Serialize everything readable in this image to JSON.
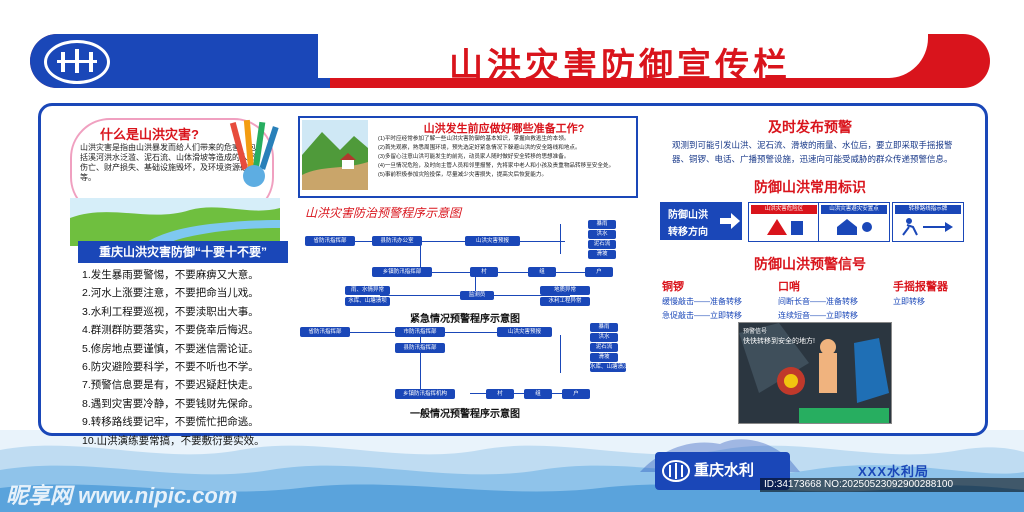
{
  "header": {
    "title": "山洪灾害防御宣传栏"
  },
  "left": {
    "bubble_title": "什么是山洪灾害?",
    "bubble_text": "山洪灾害是指由山洪暴发而给人们带来的危害，包括溪河洪水泛滥、泥石流、山体滑坡等造成的人员伤亡、财产损失、基础设施毁坏，及环境资源破坏等。",
    "section_title": "重庆山洪灾害防御“十要十不要”",
    "rules": [
      "1.发生暴雨要警惕，不要麻痹又大意。",
      "2.河水上涨要注意，不要把命当儿戏。",
      "3.水利工程要巡视，不要渎职出大事。",
      "4.群测群防要落实，不要侥幸后悔迟。",
      "5.修房地点要谨慎，不要迷信需论证。",
      "6.防灾避险要科学，不要不听也不学。",
      "7.预警信息要是有，不要迟疑赶快走。",
      "8.遇到灾害要冷静，不要钱财先保命。",
      "9.转移路线要记牢，不要慌忙把命逃。",
      "10.山洪演练要常搞，不要敷衍要实效。"
    ]
  },
  "middle": {
    "prep_title": "山洪发生前应做好哪些准备工作?",
    "prep_items": [
      "(1)平时应经常参加了解一些山洪灾害防御的基本知识，掌握自救逃生的本领。",
      "(2)首先观察，熟悉周围环境，预先选定好紧急情况下躲避山洪的安全路线和地点。",
      "(3)多留心注意山洪可能发生的前兆，动员家人随时做好安全转移的思想准备。",
      "(4)一旦情况危险，及时向主管人员和邻里报警，先将家中老人和小孩及贵重物品转移至安全处。",
      "(5)事前积极参加灾险投保，尽量减少灾害损失，提高灾后恢复能力。"
    ],
    "flow_title": "山洪灾害防治预警程序示意图",
    "emergency": {
      "caption": "紧急情况预警程序示意图",
      "n_county_cmd": "省防汛指挥部",
      "n_county_office": "县防汛办公室",
      "n_county_weather": "山洪灾害预报",
      "n_town": "乡镇防汛指挥部",
      "n_village": "村",
      "n_group": "组",
      "n_household": "户",
      "n_rain": "雨、水情异常",
      "n_reservoir": "水库、山塘溃坝",
      "n_monitor": "监测员",
      "n_geo": "地质异常",
      "n_works": "水利工程异常",
      "side": [
        "暴雨",
        "洪水",
        "泥石流",
        "滑坡"
      ]
    },
    "general": {
      "caption": "一般情况预警程序示意图",
      "n_prov": "省防汛指挥部",
      "n_city": "市防汛指挥部",
      "n_county": "县防汛指挥部",
      "n_forecast": "山洪灾害预报",
      "n_town": "乡镇防汛指挥机构",
      "n_village": "村",
      "n_group": "组",
      "n_household": "户",
      "side": [
        "暴雨",
        "洪水",
        "泥石流",
        "滑坡",
        "水库、山塘溃决"
      ]
    }
  },
  "right": {
    "warn_title": "及时发布预警",
    "warn_text": "观测到可能引发山洪、泥石流、滑坡的雨量、水位后，要立即采取手摇报警器、铜锣、电话、广播预警设施，迅速向可能受威胁的群众传递预警信息。",
    "signs_title": "防御山洪常用标识",
    "sign_main_1": "防御山洪",
    "sign_main_2": "转移方向",
    "sign_1": "山洪灾害危险区",
    "sign_2": "山洪灾害避灾安置点",
    "sign_3": "转移路线指示牌",
    "signals_title": "防御山洪预警信号",
    "gong": {
      "head": "铜锣",
      "r1": "缓慢敲击——准备转移",
      "r2": "急促敲击——立即转移"
    },
    "whistle": {
      "head": "口哨",
      "r1": "间断长音——准备转移",
      "r2": "连续短音——立即转移"
    },
    "alarm": {
      "head": "手摇报警器",
      "r1": "立即转移"
    },
    "cartoon_caption": "快快转移到安全的地方!",
    "cartoon_note": "预警信号"
  },
  "footer": {
    "org": "重庆水利",
    "bureau": "XXX水利局",
    "watermark": "昵享网 www.nipic.com",
    "image_id": "ID:34173668 NO:20250523092900288100"
  },
  "colors": {
    "brand_blue": "#1a47b8",
    "brand_red": "#d9141c"
  }
}
